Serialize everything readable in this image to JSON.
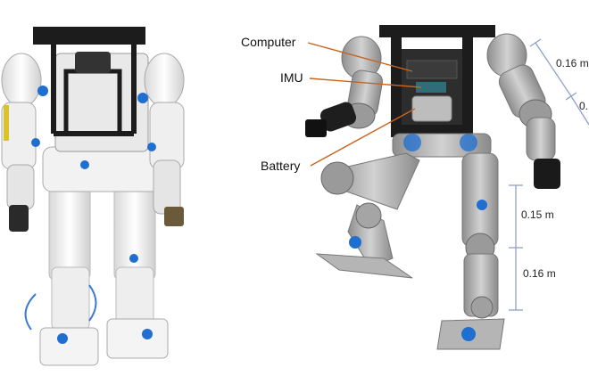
{
  "annotations": {
    "computer": "Computer",
    "imu": "IMU",
    "battery": "Battery"
  },
  "dimensions": {
    "upper_arm": "0.16 m",
    "forearm": "0.",
    "thigh": "0.15 m",
    "shank": "0.16 m"
  },
  "colors": {
    "leader_line": "#c8641e",
    "dimension_line": "#8ea0c8",
    "frame_black": "#1c1c1c",
    "body_white": "#f1f1f1",
    "body_grey": "#a9a9a9",
    "accent_blue": "#1f6fd1",
    "accent_yellow": "#d9c230"
  }
}
